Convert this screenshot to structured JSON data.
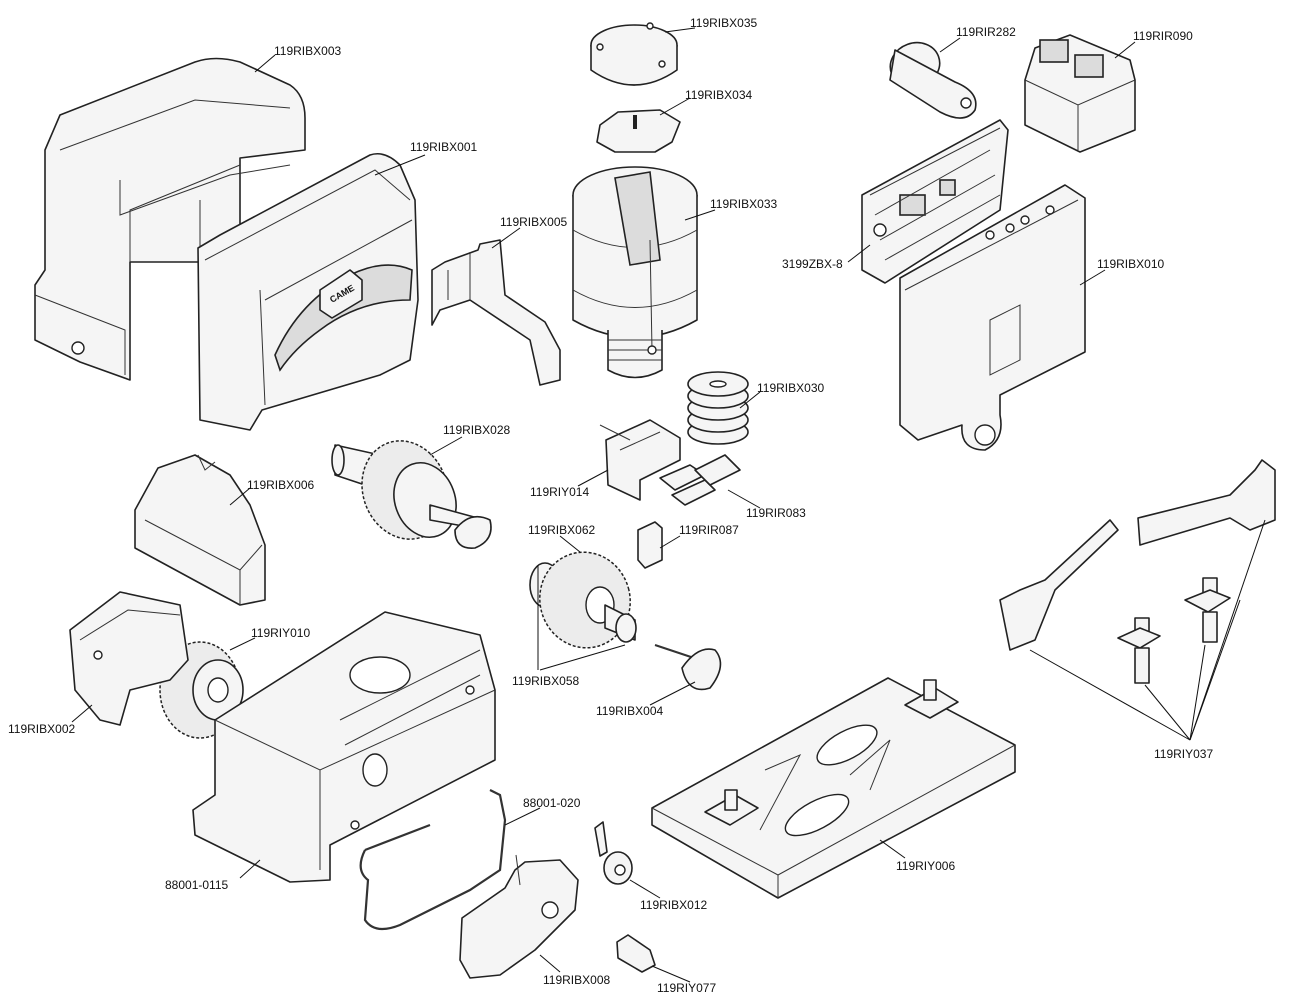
{
  "diagram": {
    "labels": {
      "l_119RIBX003": "119RIBX003",
      "l_119RIBX001": "119RIBX001",
      "l_119RIBX035": "119RIBX035",
      "l_119RIBX034": "119RIBX034",
      "l_119RIBX033": "119RIBX033",
      "l_119RIBX005": "119RIBX005",
      "l_119RIR282": "119RIR282",
      "l_119RIR090": "119RIR090",
      "l_3199ZBX8": "3199ZBX-8",
      "l_119RIBX010": "119RIBX010",
      "l_119RIBX030": "119RIBX030",
      "l_119RIBX028": "119RIBX028",
      "l_119RIBX006": "119RIBX006",
      "l_119RIY014": "119RIY014",
      "l_119RIR083": "119RIR083",
      "l_119RIBX062": "119RIBX062",
      "l_119RIR087": "119RIR087",
      "l_119RIY010": "119RIY010",
      "l_119RIBX002": "119RIBX002",
      "l_119RIBX058": "119RIBX058",
      "l_119RIBX004": "119RIBX004",
      "l_88001020": "88001-020",
      "l_880010115": "88001-0115",
      "l_119RIBX012": "119RIBX012",
      "l_119RIBX008": "119RIBX008",
      "l_119RIY077": "119RIY077",
      "l_119RIY006": "119RIY006",
      "l_119RIY037": "119RIY037"
    },
    "logo_text": "CAME"
  }
}
